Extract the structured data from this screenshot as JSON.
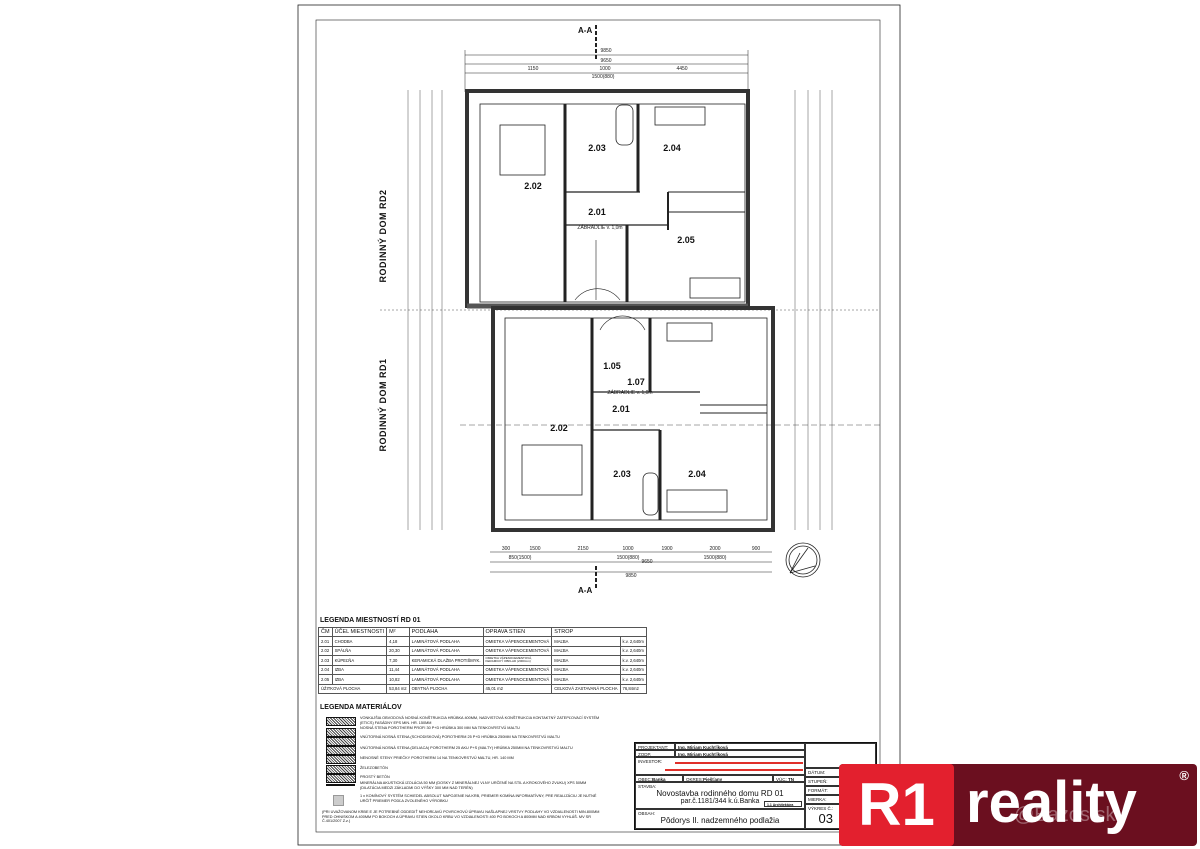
{
  "section_marks": {
    "top": "A-A",
    "bottom": "A-A"
  },
  "side_labels": {
    "upper": "RODINNÝ DOM RD2",
    "lower": "RODINNÝ DOM RD1"
  },
  "rooms_upper": [
    "2.03",
    "2.04",
    "2.02",
    "2.01",
    "2.05"
  ],
  "rooms_lower": [
    "1.05",
    "1.07",
    "2.01",
    "2.02",
    "2.03",
    "2.04"
  ],
  "stair_note": "ZÁBRADLIE v. 1,0m",
  "dimensions_top": {
    "overall": "9850",
    "inner": "9650",
    "segments": [
      "1150",
      "1000",
      "4450"
    ],
    "window": "1500(880)"
  },
  "dimensions_bottom": {
    "segments": [
      "300",
      "1500",
      "2150",
      "1000",
      "1900",
      "2000",
      "900"
    ],
    "sub": [
      "850(1500)",
      "1500(880)",
      "9650",
      "1500(880)"
    ],
    "overall": "9850"
  },
  "room_legend": {
    "title": "LEGENDA MIESTNOSTÍ RD 01",
    "headers": [
      "ČM",
      "ÚČEL MIESTNOSTI",
      "M²",
      "PODLAHA",
      "OPRAVA STIEN",
      "STROP",
      ""
    ],
    "rows": [
      [
        "2.01",
        "CHODBA",
        "4,18",
        "LAMINÁTOVÁ PODLAHA",
        "OMIETKA VÁPENOCEMENTOVÁ",
        "MAĽBA",
        "k.v. 2,640m"
      ],
      [
        "2.02",
        "SPÁLŇA",
        "20,30",
        "LAMINÁTOVÁ PODLAHA",
        "OMIETKA VÁPENOCEMENTOVÁ",
        "MAĽBA",
        "k.v. 2,640m"
      ],
      [
        "2.03",
        "KÚPEĽŇA",
        "7,30",
        "KERAMICKÁ DLAŽBA PROTIŠMYK.",
        "OMIETKA VÁPENOCEMENTOVÁ, KERAMICKÝ OBKLAD (2000mm)",
        "MAĽBA",
        "k.v. 2,640m"
      ],
      [
        "2.04",
        "IZBA",
        "11,44",
        "LAMINÁTOVÁ PODLAHA",
        "OMIETKA VÁPENOCEMENTOVÁ",
        "MAĽBA",
        "k.v. 2,640m"
      ],
      [
        "2.05",
        "IZBA",
        "10,82",
        "LAMINÁTOVÁ PODLAHA",
        "OMIETKA VÁPENOCEMENTOVÁ",
        "MAĽBA",
        "k.v. 2,640m"
      ]
    ],
    "footer": {
      "usable_label": "ÚŽITKOVÁ PLOCHA",
      "usable": "53,84 m2",
      "living_label": "OBYTNÁ PLOCHA",
      "living": "45,01 m2",
      "built_label": "CELKOVÁ ZASTAVANÁ PLOCHA",
      "built": "76,84m2"
    }
  },
  "material_legend": {
    "title": "LEGENDA MATERIÁLOV",
    "items": [
      "VONKAJŠIA OBVODOVÁ NOSNÁ KONŠTRUKCIA HRÚBKA 400MM, NADVISTOVÁ KONŠTRUKCIA KONTAKTNÝ ZATEPĽOVACÍ SYSTÉM (ETICS) FASÁDNY EPS MIN. HR. 150MM",
      "NOSNÁ STENA POROTHERM PROFI 30 P+D HRÚBKA 300 MM NA TENKOVRSTVÚ MALTU",
      "VNÚTORNÁ NOSNÁ STENA (SCHODISKOVÁ) POROTHERM 25 P+D HRÚBKA 250MM NA TENKOVRSTVÚ MALTU",
      "VNÚTORNÁ NOSNÁ STENA (DELIACA) POROTHERM 25 AKU P+S (MALTY) HRÚBKA 250MM NA TENKOVRSTVÚ MALTU",
      "NENOSNÉ STENY PRIEČKY POROTHERM 14 NA TENKOVRSTVÚ MALTU, HR. 140 MM",
      "ŽELEZOBETÓN",
      "PROSTÝ BETÓN",
      "MINERÁLNA AKUSTICKÁ IZOLÁCIA 50 MM (DOSKY Z MINERÁLNEJ VLNY URČENÉ NA STIL A KROKOVÉHO ZVUKU) XPS 50MM (DILATÁCIA MEDZI ZÁKLADMI DO VÝŠKY 300 MM NAD TERÉN)",
      "1 x KOMÍNOVÝ SYSTÉM SCHIEDEL ABSOLUT NAPOJENIE NA KRB, PRIEMER KOMÍNA INFORMATÍVNY, PRE REALIZÁCIU JE NUTNÉ URČIŤ PRIEMER PODĽA ZVOLENÉHO VÝROBKU"
    ],
    "note": "(PRI UVAŽOVANOM KRBE E JE POTREBNÉ ODDEDIŤ NEHORĽAVÚ POVRCHOVÚ ÚPRAVU NAŠLAPNEJ VRSTVY PODLAHY VO VZDIALENOSTI MIN.800MM PRED OHNISKOM A 400MM PO BOKOCH A ÚPRAVU STIEN OKOLO KRBU VO VZDIALENOSTI 400 PO BOKOCH A 800MM NAD KRBOM VYHLÁŠ. MV SR Č.401/2007 Z.z.)"
  },
  "title_block": {
    "projektant_label": "PROJEKTANT:",
    "projektant": "Ing. Miriam Kuchťíková",
    "zodp_label": "ZODP. PROJEKTANT:",
    "zodp": "Ing. Miriam Kuchťíková",
    "investor_label": "INVESTOR:",
    "obec_label": "OBEC:",
    "obec": "Banka",
    "okres_label": "OKRES:",
    "okres": "Piešťany",
    "vuc_label": "VÚC:",
    "vuc": "TN",
    "stavba_label": "STAVBA:",
    "stavba_line1": "Novostavba rodinného domu RD 01",
    "stavba_line2": "par.č.1181/344  k.ú.Banka",
    "part": "1.1 Architektúra",
    "obsah_label": "OBSAH:",
    "obsah": "Pôdorys II. nadzemného podlažia",
    "datum_label": "DÁTUM:",
    "stupen_label": "STUPEŇ:",
    "format_label": "FORMÁT:",
    "mierka_label": "MIERKA:",
    "vykres_label": "VÝKRES Č.:",
    "vykres": "03"
  },
  "logo": {
    "brand_a": "R1",
    "brand_b": "reality",
    "registered": "®",
    "watermark": "@Bazos.sk",
    "color_red": "#e3202e",
    "color_maroon": "#6b0f1f"
  },
  "redaction_color": "#e0302a"
}
